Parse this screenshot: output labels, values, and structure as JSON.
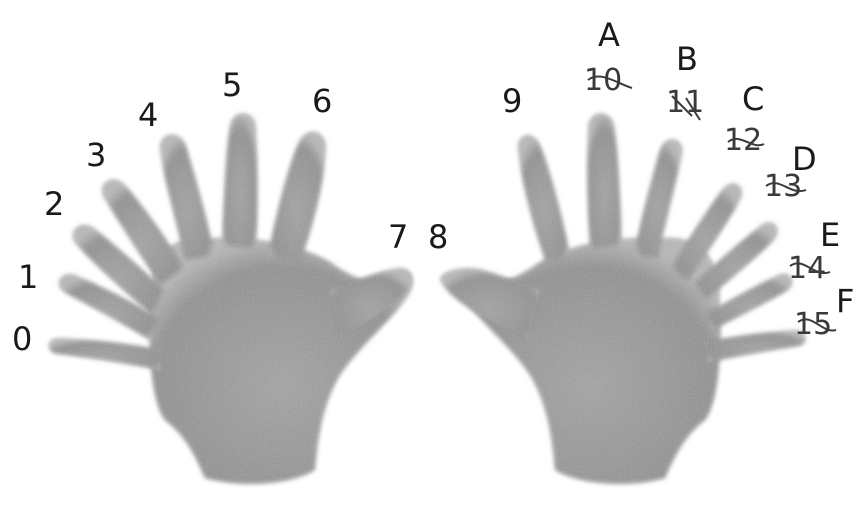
{
  "left_hand": {
    "labels": [
      "0",
      "1",
      "2",
      "3",
      "4",
      "5",
      "6",
      "7"
    ]
  },
  "right_hand": {
    "thumb_label": "8",
    "index_label": "9",
    "struck_labels": [
      "10",
      "11",
      "12",
      "13",
      "14",
      "15"
    ],
    "hex_labels": [
      "A",
      "B",
      "C",
      "D",
      "E",
      "F"
    ]
  },
  "colors": {
    "hand_fill": "#9a9a9a",
    "hand_shadow": "#7a7a7a",
    "text": "#1a1a1a",
    "background": "#ffffff"
  }
}
